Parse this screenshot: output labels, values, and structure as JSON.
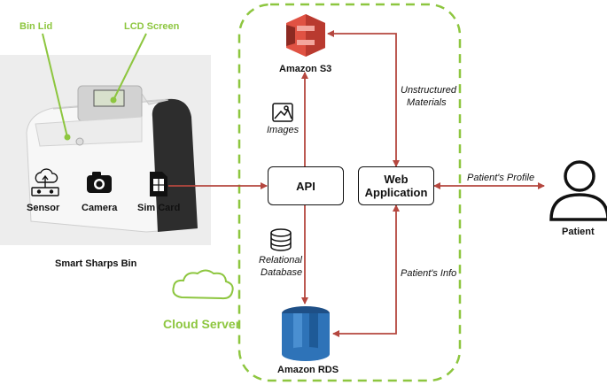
{
  "bin": {
    "lid_label": "Bin Lid",
    "lcd_label": "LCD Screen",
    "sensor_label": "Sensor",
    "camera_label": "Camera",
    "sim_label": "Sim Card",
    "caption": "Smart Sharps Bin"
  },
  "cloud": {
    "label": "Cloud Server",
    "s3_label": "Amazon S3",
    "rds_label": "Amazon RDS",
    "api_label": "API",
    "webapp_label_line1": "Web",
    "webapp_label_line2": "Application",
    "images_label": "Images",
    "db_label_line1": "Relational",
    "db_label_line2": "Database",
    "unstructured_line1": "Unstructured",
    "unstructured_line2": "Materials",
    "patients_info_label": "Patient's Info"
  },
  "patient": {
    "profile_label": "Patient's Profile",
    "label": "Patient"
  },
  "colors": {
    "arrow": "#b5473f",
    "green": "#8dc63f",
    "s3": "#e05243",
    "rds": "#2e73b8"
  }
}
